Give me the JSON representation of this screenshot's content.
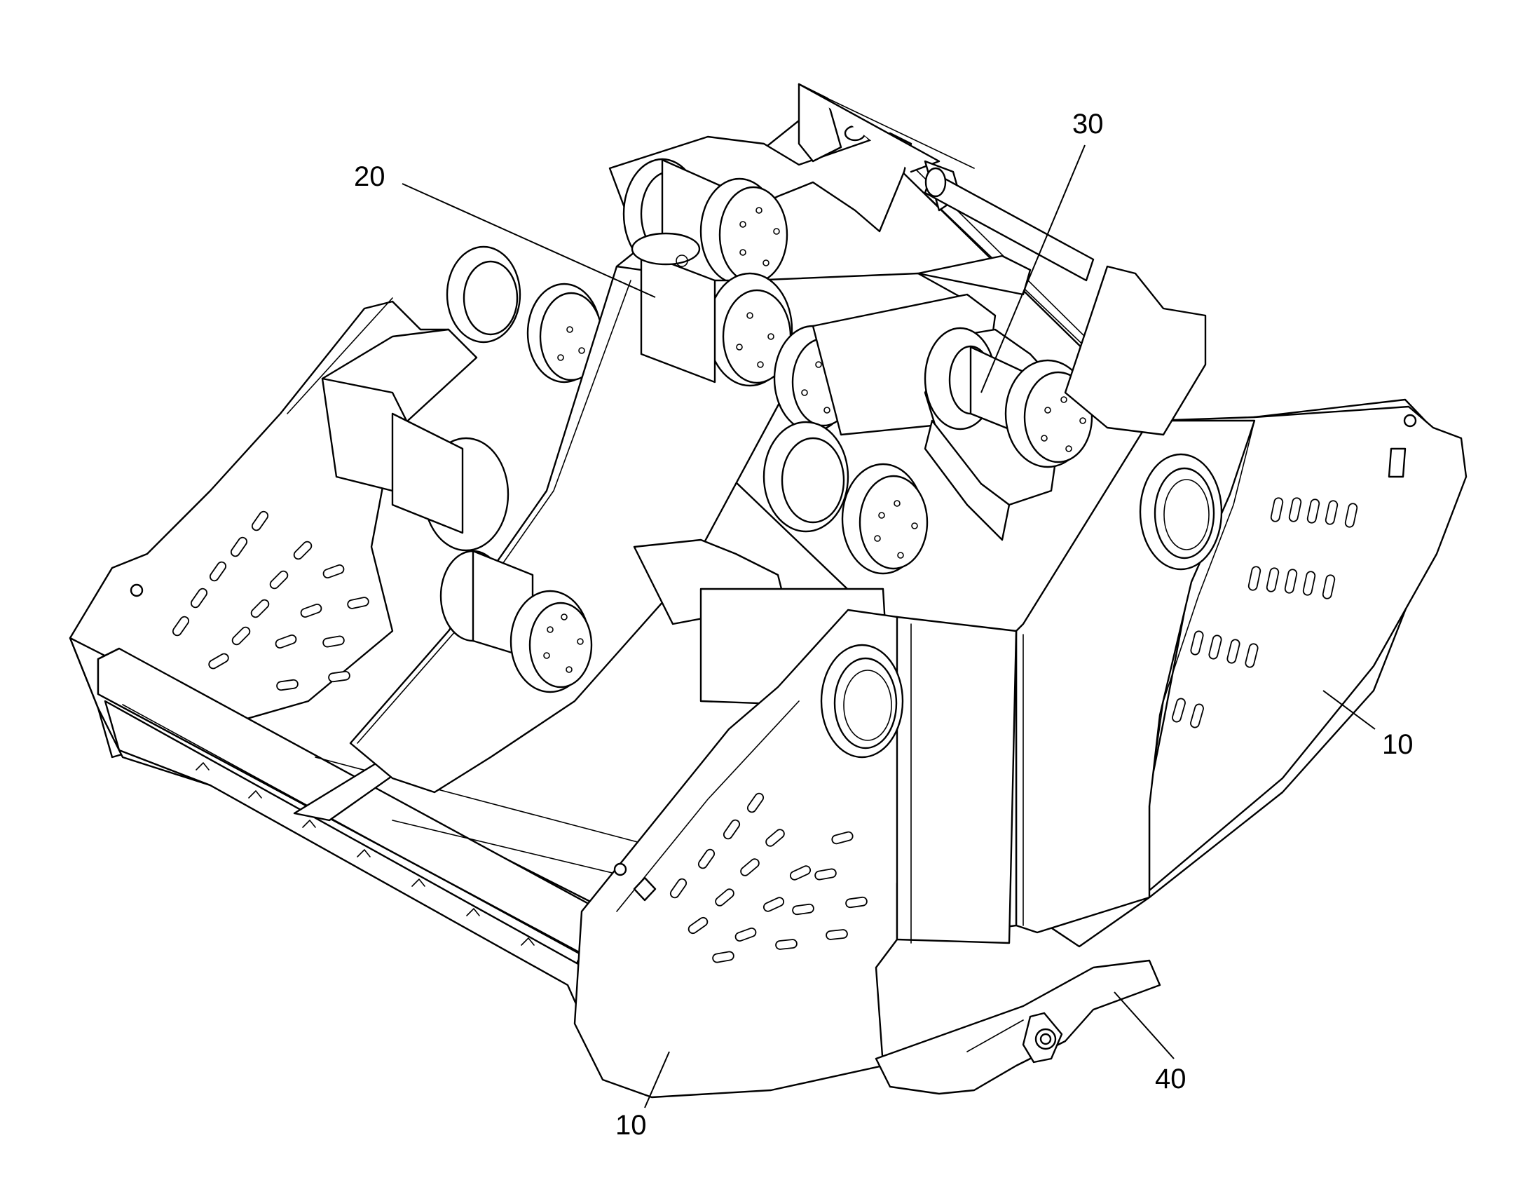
{
  "figure": {
    "description_visible": "",
    "reference_labels": [
      {
        "id": "ref-20",
        "text": "20"
      },
      {
        "id": "ref-30",
        "text": "30"
      },
      {
        "id": "ref-10-right",
        "text": "10"
      },
      {
        "id": "ref-10-bottom",
        "text": "10"
      },
      {
        "id": "ref-40",
        "text": "40"
      }
    ]
  },
  "colors": {
    "line": "#000000",
    "background": "#ffffff"
  }
}
